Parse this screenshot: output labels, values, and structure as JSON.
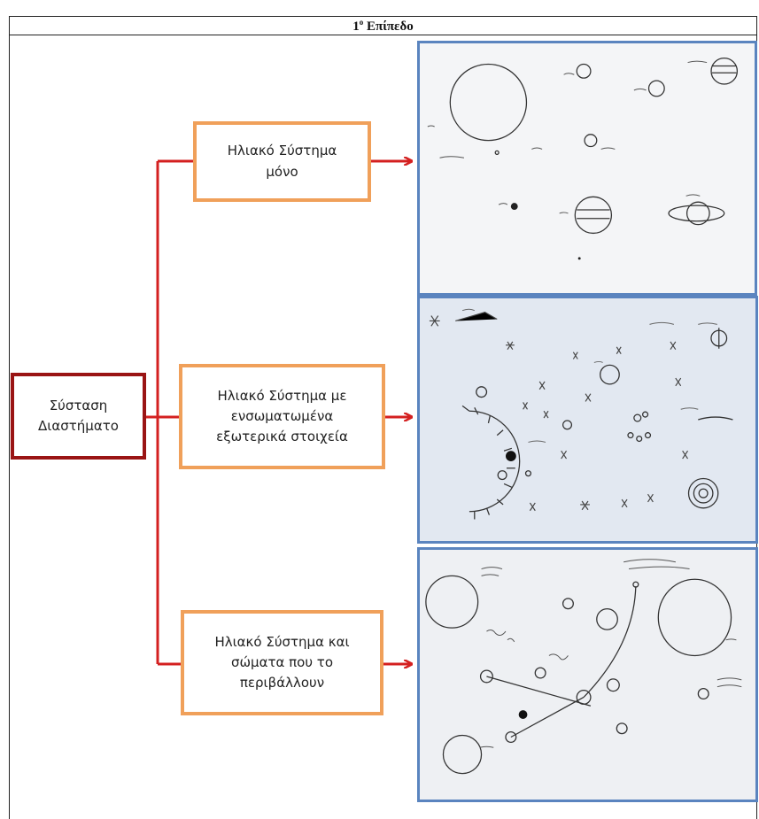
{
  "header": {
    "title": "1",
    "title_sup": "ο",
    "title_rest": " Επίπεδο"
  },
  "root": {
    "line1": "Σύσταση",
    "line2": "Διαστήματο"
  },
  "branches": [
    {
      "line1": "Ηλιακό Σύστημα",
      "line2": "μόνο"
    },
    {
      "line1": "Ηλιακό Σύστημα με",
      "line2": "ενσωματωμένα",
      "line3": "εξωτερικά στοιχεία"
    },
    {
      "line1": "Ηλιακό Σύστημα και",
      "line2": "σώματα που το",
      "line3": "περιβάλλουν"
    }
  ],
  "drawings": [
    {
      "content": "solar-system-sketch"
    },
    {
      "content": "solar-system-with-stars-sketch"
    },
    {
      "content": "solar-system-with-surrounding-bodies-sketch"
    }
  ],
  "colors": {
    "root_border": "#9a1414",
    "node_border": "#f0a05a",
    "connector": "#d42020",
    "panel_border": "#5a84bf"
  }
}
